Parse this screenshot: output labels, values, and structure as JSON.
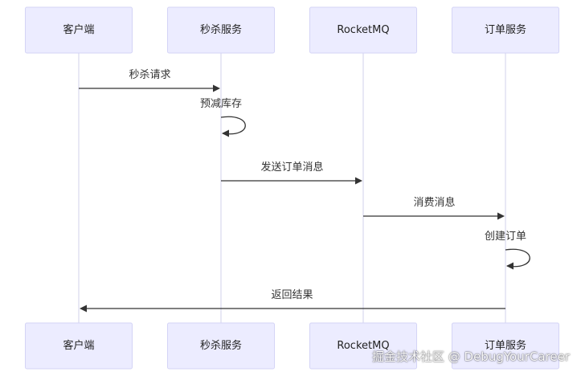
{
  "diagram": {
    "type": "sequence",
    "participants": [
      {
        "id": "client",
        "label": "客户端"
      },
      {
        "id": "seckill",
        "label": "秒杀服务"
      },
      {
        "id": "mq",
        "label": "RocketMQ"
      },
      {
        "id": "order",
        "label": "订单服务"
      }
    ],
    "messages": [
      {
        "from": "client",
        "to": "seckill",
        "label": "秒杀请求"
      },
      {
        "from": "seckill",
        "to": "seckill",
        "label": "预减库存"
      },
      {
        "from": "seckill",
        "to": "mq",
        "label": "发送订单消息"
      },
      {
        "from": "mq",
        "to": "order",
        "label": "消费消息"
      },
      {
        "from": "order",
        "to": "order",
        "label": "创建订单"
      },
      {
        "from": "order",
        "to": "client",
        "label": "返回结果"
      }
    ]
  },
  "watermark": {
    "text": "掘金技术社区 @ DebugYourCareer"
  },
  "colors": {
    "participant_fill": "#ececff",
    "participant_border": "#d4d4f6",
    "lifeline": "#d8d8ee",
    "message": "#333333"
  }
}
